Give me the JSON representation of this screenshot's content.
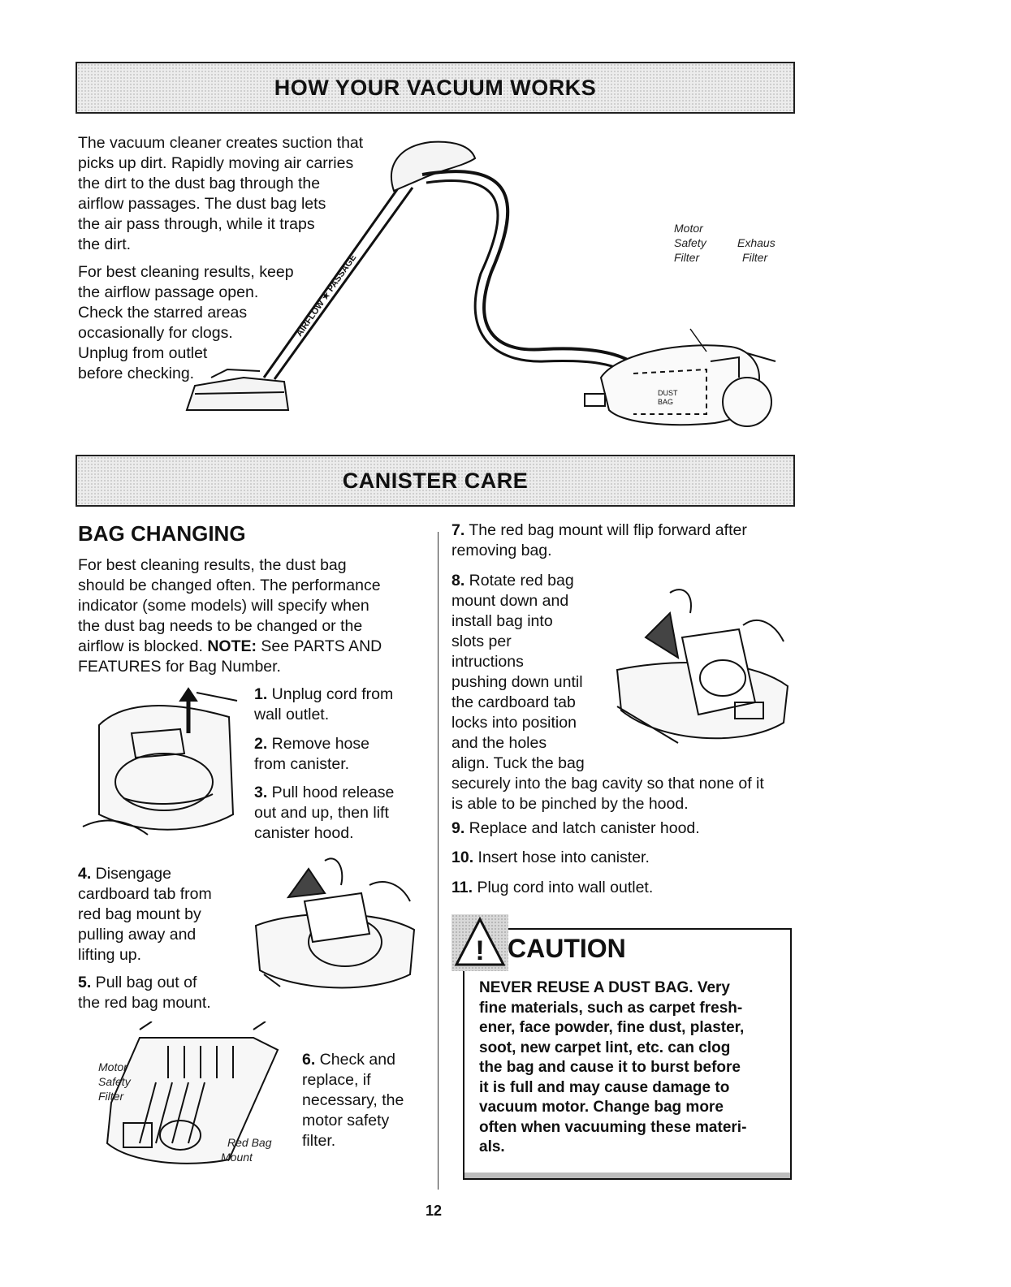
{
  "section1": {
    "title": "HOW YOUR VACUUM WORKS",
    "para1": [
      "The vacuum cleaner creates suction that",
      "picks up dirt. Rapidly moving air carries",
      "the dirt to the dust bag through the",
      "airflow passages. The dust bag lets",
      " the air pass through, while it traps",
      "the dirt."
    ],
    "para2": [
      "For best cleaning results, keep",
      "the airflow passage open.",
      "Check the starred areas",
      "occasionally for clogs.",
      "Unplug from outlet",
      "before checking."
    ],
    "diagram_labels": {
      "airflow": "AIRFLOW ★ PASSAGE",
      "motor_filter": [
        "Motor",
        "Safety",
        "Filter"
      ],
      "exhaust_filter": [
        "Exhaus",
        "Filter"
      ],
      "dust_bag": [
        "DUST",
        "BAG"
      ]
    }
  },
  "section2": {
    "title": "CANISTER CARE",
    "heading": "BAG CHANGING",
    "intro": [
      "For best cleaning results, the dust bag",
      "should be changed often. The performance",
      "indicator (some models) will specify when",
      "the dust bag needs to be changed or the",
      "airflow is blocked."
    ],
    "intro_note_label": "NOTE:",
    "intro_note_rest": " See PARTS AND",
    "intro_last": "FEATURES for Bag Number.",
    "steps_left": {
      "s1": {
        "num": "1.",
        "lines": [
          " Unplug cord from",
          "wall outlet."
        ]
      },
      "s2": {
        "num": "2.",
        "lines": [
          " Remove hose",
          "from canister."
        ]
      },
      "s3": {
        "num": "3.",
        "lines": [
          " Pull hood release",
          "out and up, then lift",
          "canister hood."
        ]
      },
      "s4": {
        "num": "4.",
        "lines": [
          " Disengage",
          "cardboard tab from",
          "red bag mount by",
          "pulling away and",
          "lifting up."
        ]
      },
      "s5": {
        "num": "5.",
        "lines": [
          " Pull bag out of",
          "the red bag mount."
        ]
      },
      "s6": {
        "num": "6.",
        "lines": [
          " Check and",
          "replace, if",
          "necessary, the",
          "motor safety",
          "filter."
        ]
      }
    },
    "filter_labels": {
      "motor": [
        "Motor",
        "Safety",
        "Filter"
      ],
      "mount": [
        "Red Bag",
        "Mount"
      ]
    },
    "steps_right": {
      "s7": {
        "num": "7.",
        "lines": [
          " The red bag mount will flip forward after",
          "removing bag."
        ]
      },
      "s8": {
        "num": "8.",
        "lines": [
          " Rotate red bag",
          "mount down and",
          "install bag into",
          "slots per",
          "intructions",
          "pushing down until",
          "the cardboard tab",
          "locks into position",
          "and the holes",
          "align.  Tuck the bag",
          "securely into the bag cavity so that none of it",
          "is able to be pinched by the hood."
        ]
      },
      "s9": {
        "num": "9.",
        "lines": [
          " Replace and latch canister hood."
        ]
      },
      "s10": {
        "num": "10.",
        "lines": [
          " Insert hose into canister."
        ]
      },
      "s11": {
        "num": "11.",
        "lines": [
          " Plug cord into wall outlet."
        ]
      }
    },
    "caution": {
      "title": "CAUTION",
      "icon": "!",
      "lines": [
        "NEVER REUSE A DUST BAG. Very",
        "fine materials, such as carpet fresh-",
        "ener, face powder, fine dust, plaster,",
        "soot, new carpet lint, etc. can clog",
        "the bag and cause it to burst before",
        "it is full and may cause damage to",
        "vacuum motor. Change bag more",
        "often when vacuuming these materi-",
        "als."
      ]
    }
  },
  "page_number": "12"
}
